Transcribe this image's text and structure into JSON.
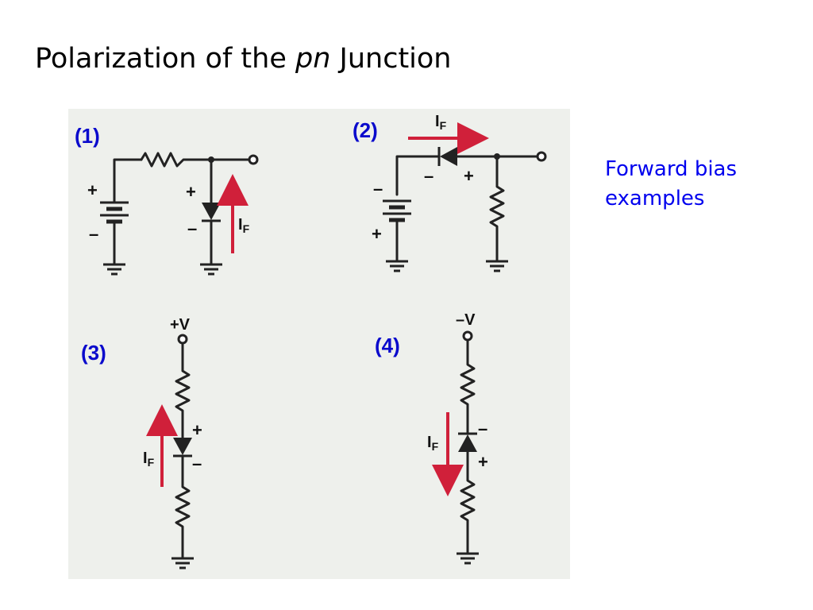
{
  "title": {
    "prefix": "Polarization of the ",
    "emphasis": "pn",
    "suffix": " Junction"
  },
  "caption": {
    "line1": "Forward bias",
    "line2": "examples"
  },
  "figure": {
    "background": "#eef0ec",
    "number_color": "#0a0acc",
    "arrow_color": "#d0203a",
    "examples": [
      {
        "number": "(1)",
        "plus_battery": "+",
        "minus_battery": "–",
        "plus_diode": "+",
        "minus_diode": "–",
        "current_label": "I",
        "current_sub": "F"
      },
      {
        "number": "(2)",
        "minus_battery": "–",
        "plus_battery": "+",
        "minus_diode": "–",
        "plus_diode": "+",
        "current_label": "I",
        "current_sub": "F"
      },
      {
        "number": "(3)",
        "supply": "+V",
        "plus_diode": "+",
        "minus_diode": "–",
        "current_label": "I",
        "current_sub": "F"
      },
      {
        "number": "(4)",
        "supply": "–V",
        "minus_diode": "–",
        "plus_diode": "+",
        "current_label": "I",
        "current_sub": "F"
      }
    ]
  }
}
